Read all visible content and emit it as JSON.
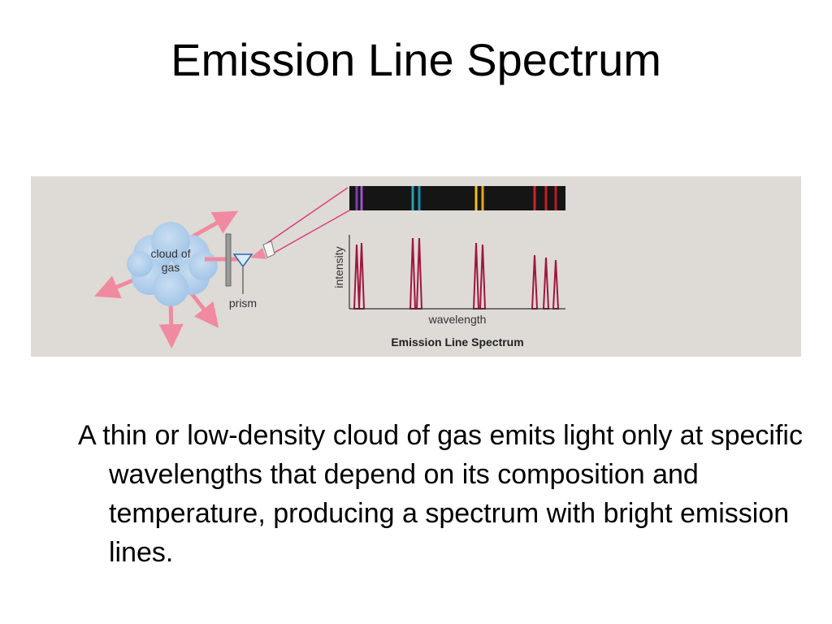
{
  "slide": {
    "title": "Emission Line Spectrum",
    "body": "A thin or low-density cloud of gas emits light only at specific wavelengths that depend on its composition and temperature, producing a spectrum with bright emission lines."
  },
  "figure": {
    "cloud_label_line1": "cloud of",
    "cloud_label_line2": "gas",
    "prism_label": "prism",
    "y_axis_label": "intensity",
    "x_axis_label": "wavelength",
    "caption": "Emission Line Spectrum",
    "colors": {
      "panel_background": "#dedad6",
      "cloud": "#aecdea",
      "light_ray": "#f08aa0",
      "emission_peak": "#a0153e",
      "spectrum_strip": "#151515"
    },
    "spectrum_lines": [
      {
        "color": "#7a3fb0"
      },
      {
        "color": "#9a55c8"
      },
      {
        "color": "#2aa0a8"
      },
      {
        "color": "#1a8fb0"
      },
      {
        "color": "#f0c020"
      },
      {
        "color": "#e8a818"
      },
      {
        "color": "#d0202a"
      },
      {
        "color": "#c81e28"
      },
      {
        "color": "#b81c26"
      }
    ]
  }
}
